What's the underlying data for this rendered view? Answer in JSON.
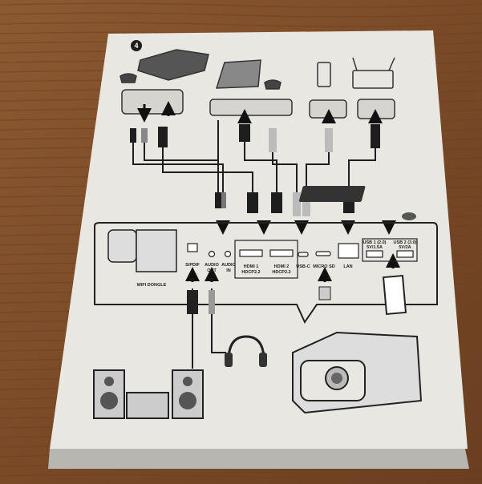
{
  "step_number": "4",
  "ports": {
    "spdif": "S/PDIF",
    "audio_out": [
      "AUDIO",
      "OUT"
    ],
    "audio_in": [
      "AUDIO",
      "IN"
    ],
    "hdmi1": [
      "HDMI 1",
      "HDCP2.2"
    ],
    "hdmi2": [
      "HDMI 2",
      "HDCP2.2"
    ],
    "usbc": "USB-C",
    "microsd": "MICRO SD",
    "lan": "LAN",
    "usb1": [
      "USB 1 (2.0)",
      "5V/1.5A"
    ],
    "usb2": [
      "USB 2 (3.0)",
      "5V/2A"
    ],
    "wifi_dongle": "WIFI DONGLE"
  },
  "colors": {
    "wood": "#7a4c28",
    "card": "#e9e7e1",
    "ink": "#1e1e1e"
  }
}
